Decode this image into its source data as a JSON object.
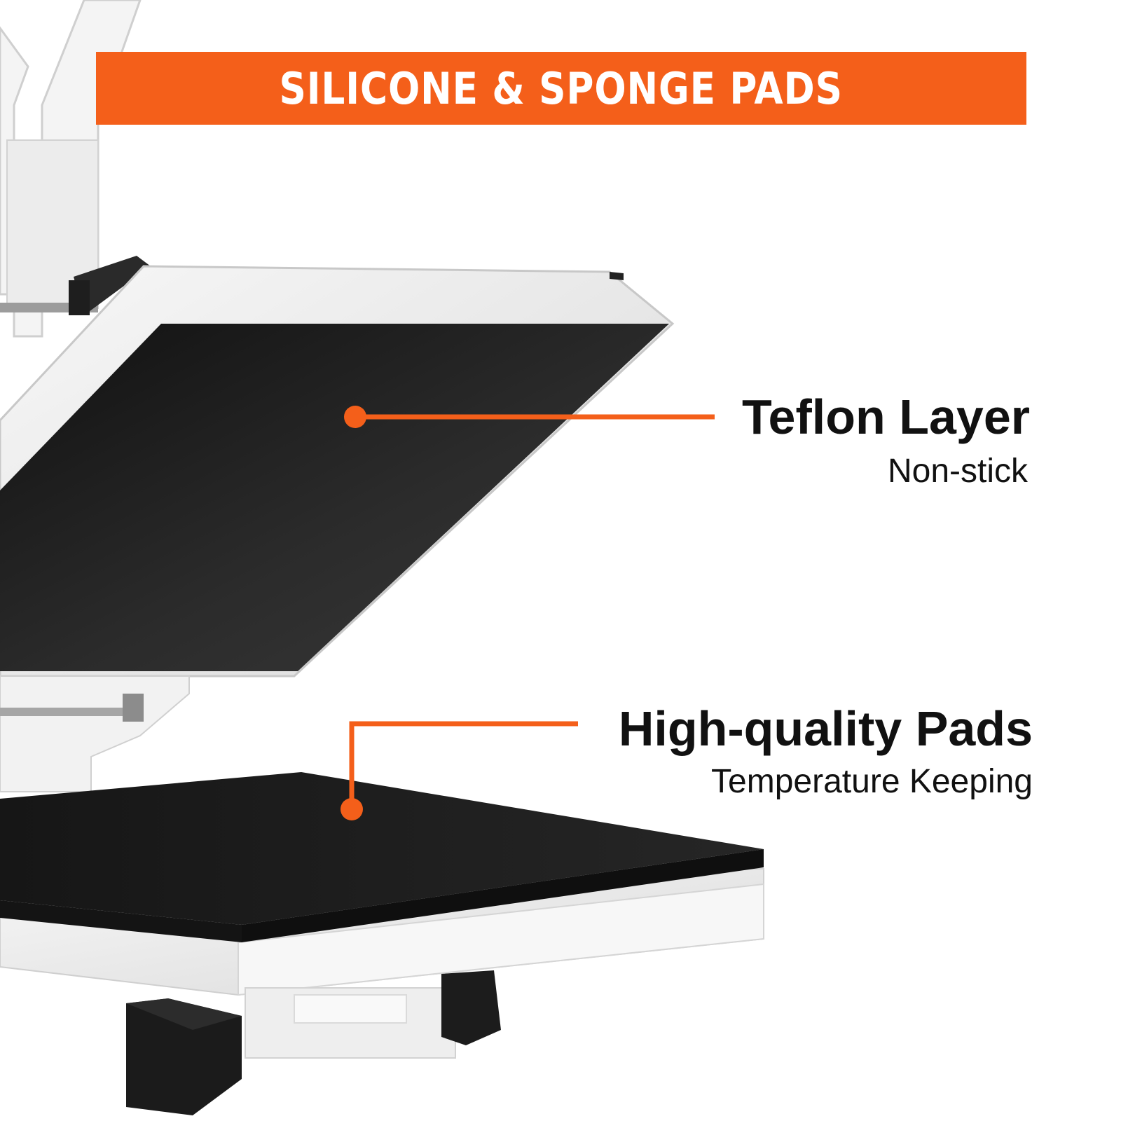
{
  "banner": {
    "title": "SILICONE & SPONGE PADS"
  },
  "callouts": [
    {
      "title": "Teflon Layer",
      "subtitle": "Non-stick"
    },
    {
      "title": "High-quality Pads",
      "subtitle": "Temperature Keeping"
    }
  ],
  "colors": {
    "accent": "#f45f1a",
    "text": "#111111",
    "background": "#ffffff",
    "platen": "#1c1c1c",
    "frame": "#eeeeee"
  }
}
